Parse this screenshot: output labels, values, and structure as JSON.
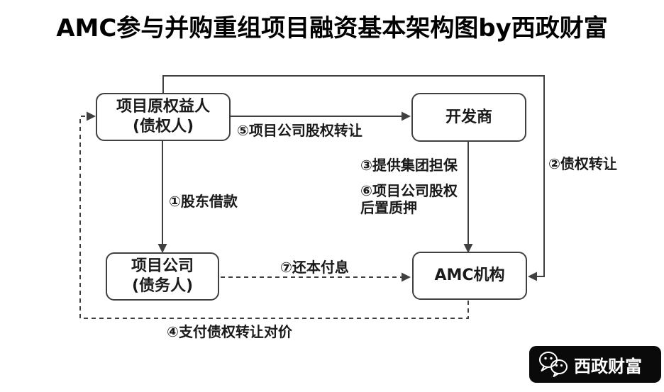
{
  "title": "AMC参与并购重组项目融资基本架构图by西政财富",
  "nodes": {
    "original_owner": {
      "line1": "项目原权益人",
      "line2": "(债权人)"
    },
    "developer": {
      "label": "开发商"
    },
    "project_company": {
      "line1": "项目公司",
      "line2": "(债务人)"
    },
    "amc": {
      "label": "AMC机构"
    }
  },
  "edges": [
    {
      "id": "1",
      "label": "①股东借款",
      "from": "original_owner",
      "to": "project_company",
      "line": "solid"
    },
    {
      "id": "2",
      "label": "②债权转让",
      "from": "original_owner",
      "to": "amc",
      "line": "solid"
    },
    {
      "id": "3",
      "label": "③提供集团担保",
      "from": "developer",
      "to": "amc",
      "line": "solid"
    },
    {
      "id": "4",
      "label": "④支付债权转让对价",
      "from": "amc",
      "to": "original_owner",
      "line": "dashed"
    },
    {
      "id": "5",
      "label": "⑤项目公司股权转让",
      "from": "original_owner",
      "to": "developer",
      "line": "solid"
    },
    {
      "id": "6",
      "label": "⑥项目公司股权\n后置质押",
      "from": "developer",
      "to": "amc",
      "line": "solid"
    },
    {
      "id": "7",
      "label": "⑦还本付息",
      "from": "project_company",
      "to": "amc",
      "line": "dashed"
    }
  ],
  "watermark": {
    "brand": "西政财富",
    "icon": "wechat-icon",
    "bar_color": "#0a0a0a",
    "text_color": "#ffffff"
  },
  "colors": {
    "line": "#404040",
    "text": "#1a1a1a",
    "background": "#ffffff"
  }
}
